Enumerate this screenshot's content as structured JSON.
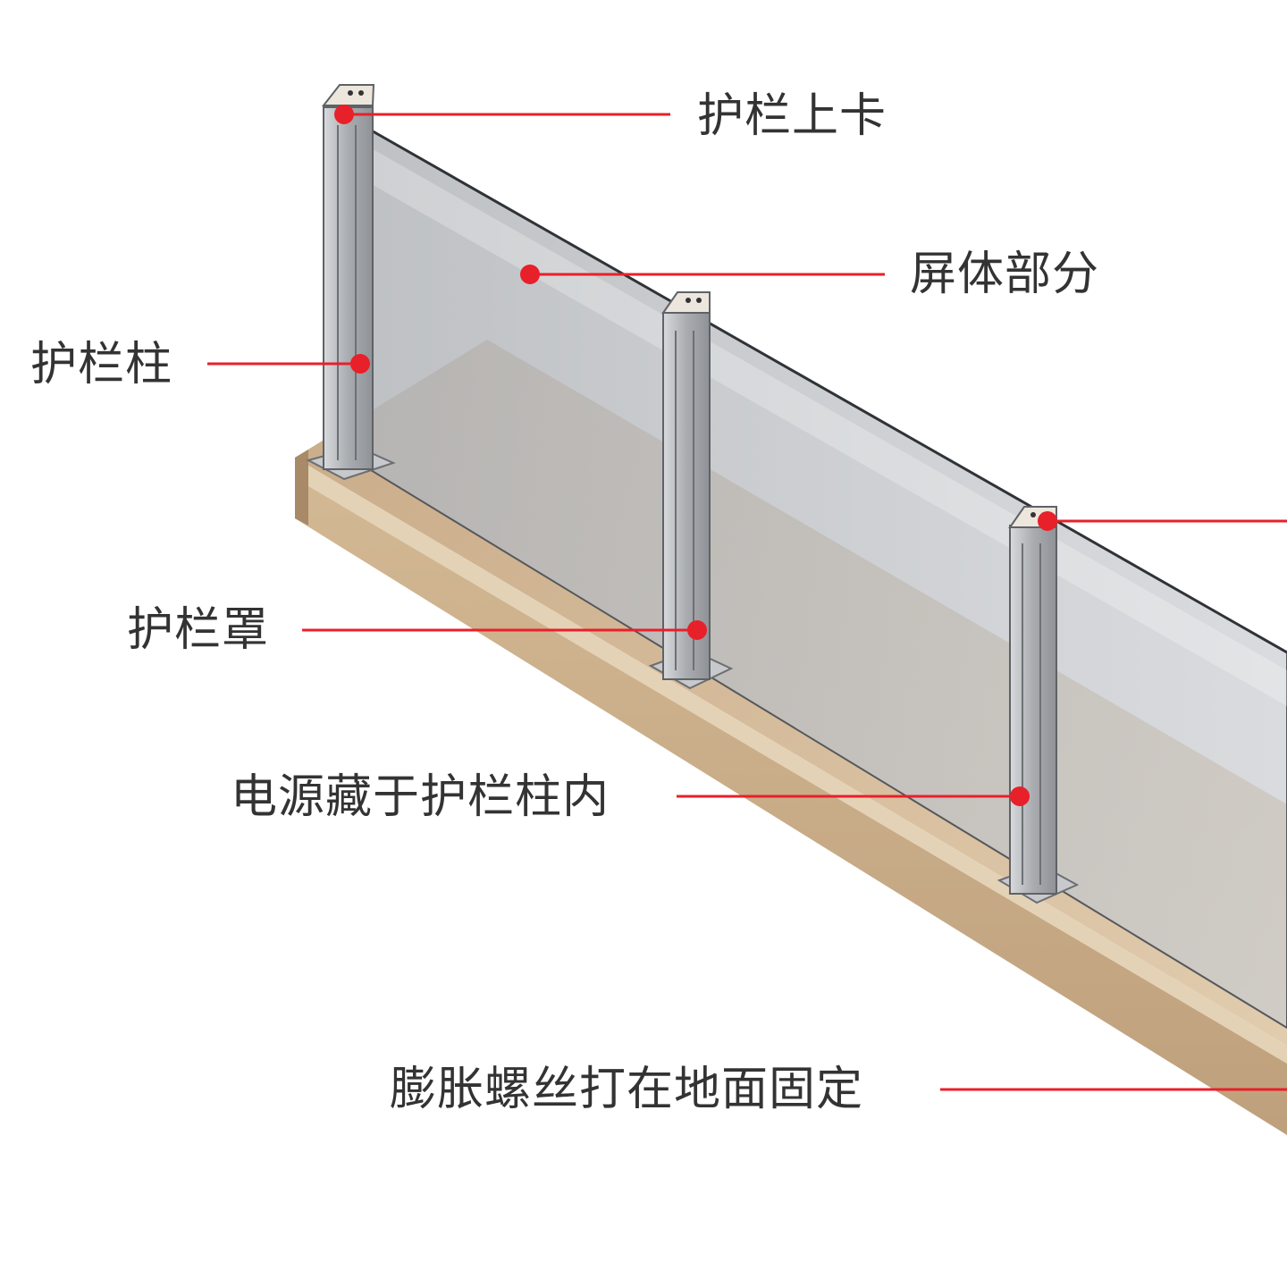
{
  "diagram": {
    "subject": "glass guardrail display with posts on a wooden base",
    "accent_color": "#e8202a",
    "glass_color": "#b9bcc0",
    "post_color": "#c4c6c9",
    "base_color": "#cdb08e",
    "callouts": [
      {
        "id": "top-clip",
        "label": "护栏上卡"
      },
      {
        "id": "screen-body",
        "label": "屏体部分"
      },
      {
        "id": "post",
        "label": "护栏柱"
      },
      {
        "id": "post-cover",
        "label": "护栏罩"
      },
      {
        "id": "power-inside-post",
        "label": "电源藏于护栏柱内"
      },
      {
        "id": "expansion-bolt",
        "label": "膨胀螺丝打在地面固定"
      }
    ]
  }
}
